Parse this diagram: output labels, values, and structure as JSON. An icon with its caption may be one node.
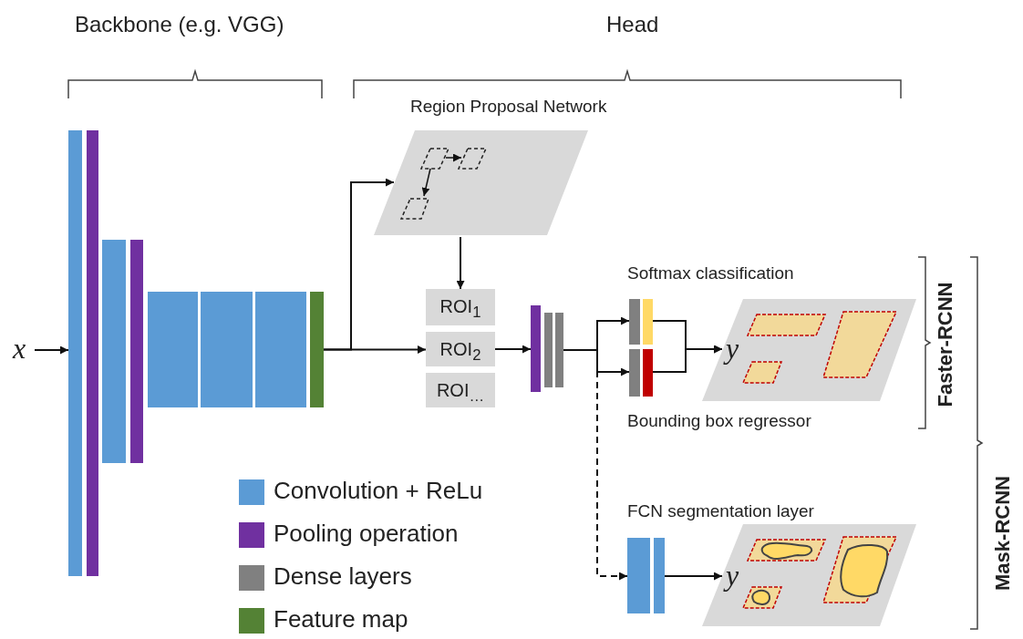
{
  "diagram": {
    "nodes": [
      {
        "text": [
          "x"
        ]
      },
      {
        "text": [],
        "shape": "bar"
      },
      {
        "text": [],
        "shape": "bar"
      },
      {
        "text": [
          "Region Proposal Network"
        ]
      },
      {
        "text": [
          "ROI$_{1}$"
        ]
      },
      {
        "text": [
          "ROI$_{2}$"
        ]
      },
      {
        "text": [
          "ROI$_{…}$"
        ]
      },
      {
        "text": [],
        "shape": "bar"
      },
      {
        "text": [],
        "shape": "bar"
      },
      {
        "text": [],
        "shape": "bar",
        "beside": [
          "Softmax classification"
        ]
      },
      {
        "text": [],
        "shape": "bar",
        "beside": [
          "Bounding box regressor"
        ]
      },
      {
        "text": [
          "y"
        ]
      },
      {
        "text": [],
        "shape": "bar"
      },
      {
        "text": [
          "y"
        ]
      }
    ],
    "edges": [
      {
        "from": 0,
        "to": 1,
        "arrow": "to"
      },
      {
        "from": 2,
        "to": 3,
        "arrow": "to"
      },
      {
        "from": 2,
        "to": 5,
        "arrow": "to"
      },
      {
        "from": 3,
        "to": 4,
        "arrow": "to"
      },
      {
        "from": 5,
        "to": 7,
        "arrow": "to"
      },
      {
        "from": 8,
        "to": 9,
        "arrow": "to"
      },
      {
        "from": 8,
        "to": 10,
        "arrow": "to"
      },
      {
        "from": 9,
        "to": 11,
        "arrow": "to"
      },
      {
        "from": 10,
        "to": 11,
        "arrow": "to"
      },
      {
        "from": 8,
        "to": 12,
        "arrow": "to",
        "style": "dashed"
      },
      {
        "from": 12,
        "to": 13,
        "arrow": "to"
      }
    ],
    "labels": [
      "Backbone (e.g. VGG)",
      "Head",
      "Faster-RCNN",
      "FCN segmentation layer",
      "Mask-RCNN"
    ],
    "legend": [
      {
        "text": "Convolution + ReLu",
        "color": "#5b9bd5"
      },
      {
        "text": "Pooling operation",
        "color": "#7030a0"
      },
      {
        "text": "Dense layers",
        "color": "#808080"
      },
      {
        "text": "Feature map",
        "color": "#548235"
      }
    ]
  }
}
